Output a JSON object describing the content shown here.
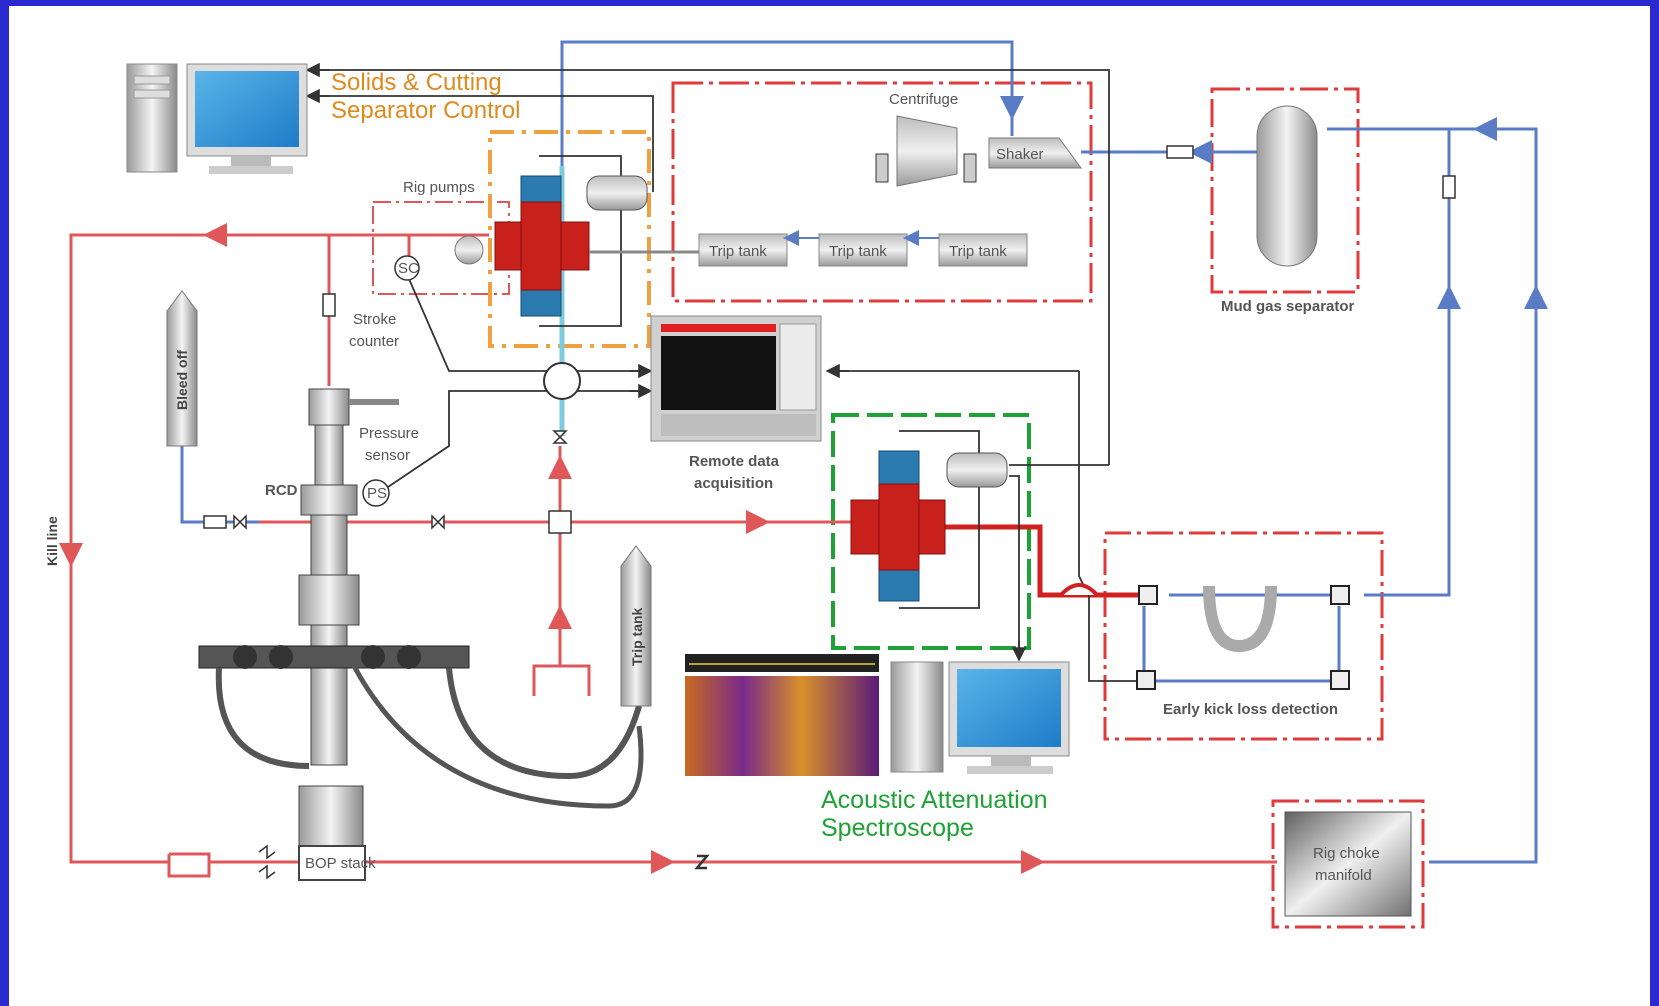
{
  "labels": {
    "solids_control_line1": "Solids & Cutting",
    "solids_control_line2": "Separator Control",
    "centrifuge": "Centrifuge",
    "shaker": "Shaker",
    "rig_pumps": "Rig pumps",
    "sc": "SC",
    "stroke_counter_line1": "Stroke",
    "stroke_counter_line2": "counter",
    "trip_tank_1": "Trip tank",
    "trip_tank_2": "Trip tank",
    "trip_tank_3": "Trip tank",
    "mud_gas_separator": "Mud gas separator",
    "bleed_off": "Bleed off",
    "pressure_sensor_line1": "Pressure",
    "pressure_sensor_line2": "sensor",
    "ps": "PS",
    "rcd": "RCD",
    "remote_data_line1": "Remote data",
    "remote_data_line2": "acquisition",
    "kill_line": "Kill line",
    "trip_tank_vertical": "Trip tank",
    "early_kick": "Early kick loss detection",
    "acoustic_line1": "Acoustic  Attenuation",
    "acoustic_line2": "Spectroscope",
    "bop_stack": "BOP stack",
    "rig_choke_line1": "Rig choke",
    "rig_choke_line2": "manifold"
  },
  "colors": {
    "background_border": "#2a2ad0",
    "flow_red": "#e0575a",
    "flow_blue": "#5a7cc4",
    "signal_dark": "#333333",
    "zone_orange": "#f0a040",
    "zone_green": "#1ea236",
    "zone_red": "#e03a3a"
  }
}
